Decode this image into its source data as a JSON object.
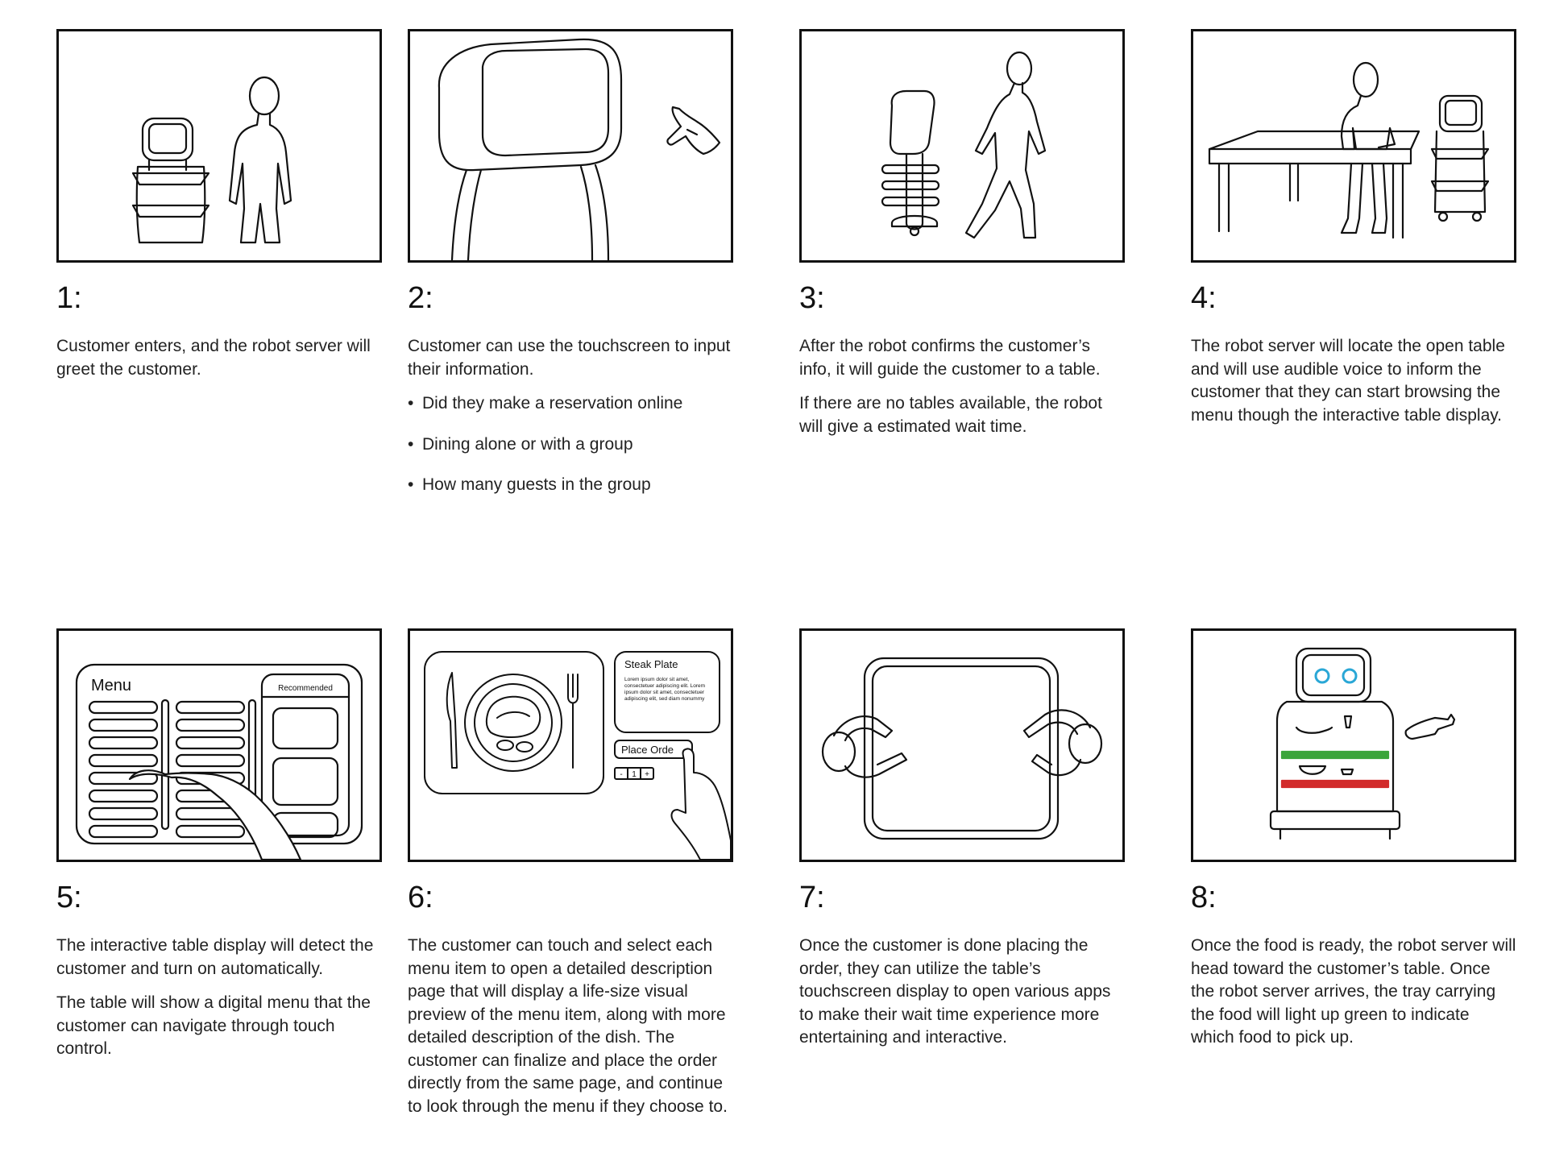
{
  "panels": [
    {
      "number": "1:",
      "paragraphs": [
        "Customer enters, and the robot server will greet the customer."
      ],
      "bullets": []
    },
    {
      "number": "2:",
      "paragraphs": [
        "Customer can use the touchscreen to input their information."
      ],
      "bullets": [
        "Did they make a reservation online",
        "Dining alone or with a group",
        "How many guests in the group"
      ]
    },
    {
      "number": "3:",
      "paragraphs": [
        "After the robot confirms the customer’s info, it will guide the customer to a table.",
        "If there are no tables available, the robot will give a estimated wait time."
      ],
      "bullets": []
    },
    {
      "number": "4:",
      "paragraphs": [
        "The robot server will locate the open table and will use audible voice to inform the customer that they can start browsing the menu though the interactive table display."
      ],
      "bullets": []
    },
    {
      "number": "5:",
      "paragraphs": [
        "The interactive table display will detect the customer and turn on automatically.",
        "The table will show a digital menu that the customer can navigate through touch control."
      ],
      "bullets": []
    },
    {
      "number": "6:",
      "paragraphs": [
        "The customer can touch and select each menu item to open a detailed description page that will display a life-size visual preview of the menu item, along with more detailed description of the dish. The customer can finalize and place the order directly from the same page, and continue to look through the menu if they choose to."
      ],
      "bullets": []
    },
    {
      "number": "7:",
      "paragraphs": [
        "Once the customer is done placing the order, they can utilize the table’s touchscreen display to open various apps to make their wait time experience more entertaining and interactive."
      ],
      "bullets": []
    },
    {
      "number": "8:",
      "paragraphs": [
        "Once the food is ready, the robot server will head toward the customer’s table. Once the robot server arrives, the tray carrying the food will light up green to indicate which food to pick up."
      ],
      "bullets": []
    }
  ],
  "sketch_text": {
    "menu_title": "Menu",
    "recommended": "Recommended",
    "dish_title": "Steak Plate",
    "dish_lorem": [
      "Lorem ipsum dolor sit amet,",
      "consectetuer adipiscing elit. Lorem",
      "ipsum dolor sit amet, consectetuer",
      "adipiscing elit, sed diam nonummy"
    ],
    "place_order": "Place Orde",
    "qty_minus": "-",
    "qty_value": "1",
    "qty_plus": "+"
  },
  "colors": {
    "tray_green": "#3aa53a",
    "tray_red": "#d22b2b",
    "robot_eyes": "#2aa7d6"
  }
}
